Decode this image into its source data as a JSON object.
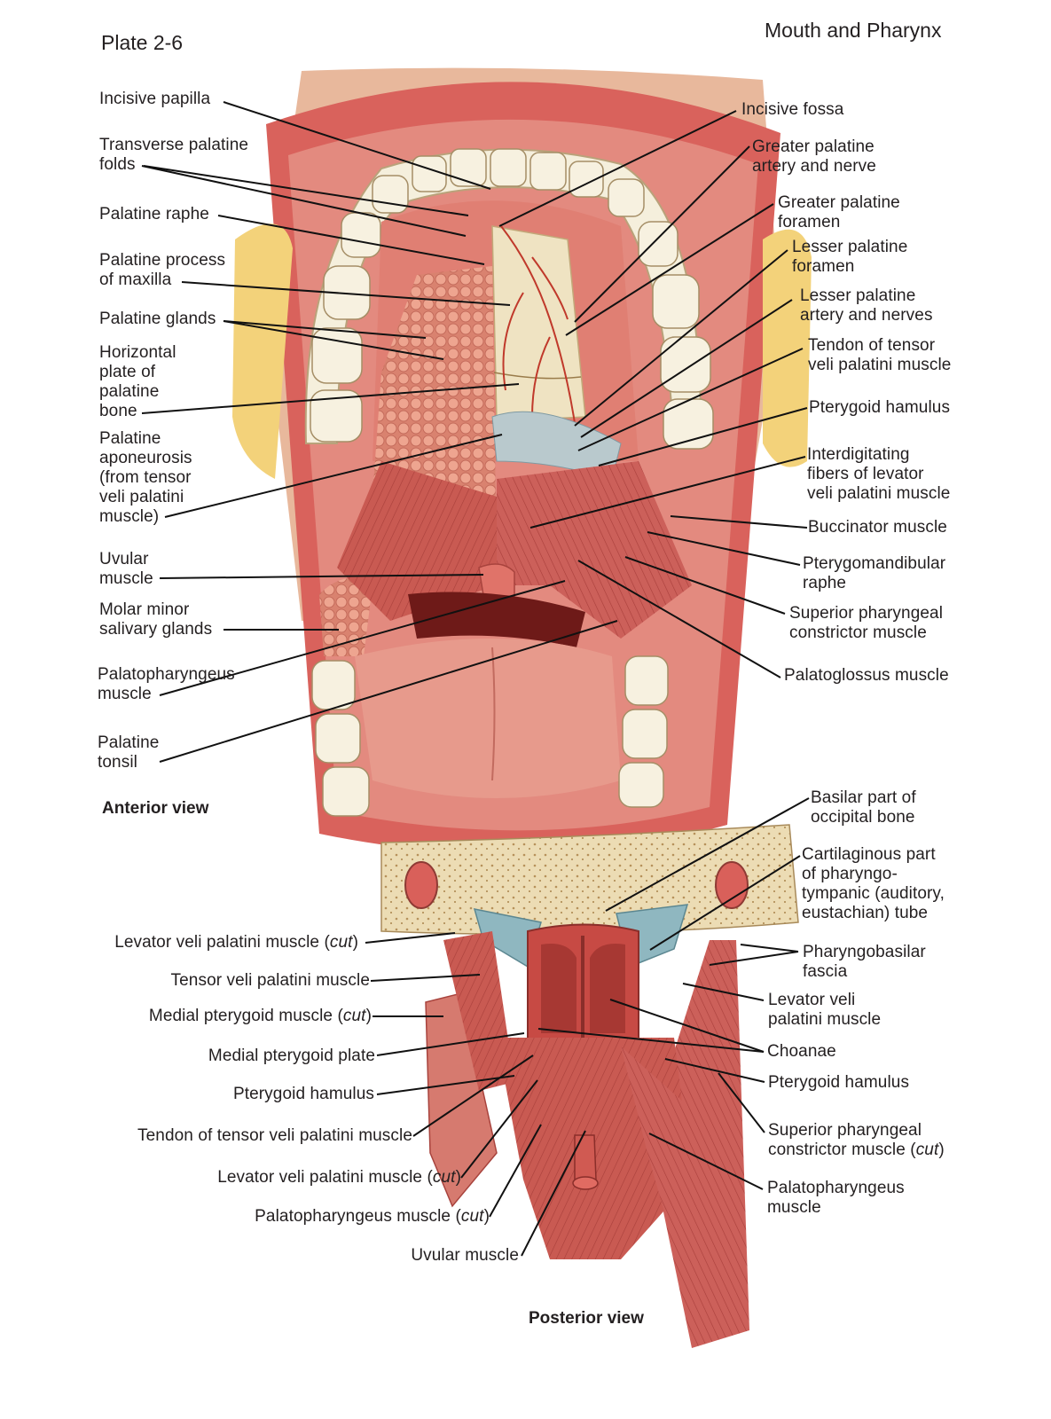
{
  "header": {
    "plate": "Plate 2-6",
    "chapter": "Mouth and Pharynx"
  },
  "views": {
    "anterior": "Anterior view",
    "posterior": "Posterior view"
  },
  "anterior_left": [
    "Incisive papilla",
    "Transverse palatine\nfolds",
    "Palatine raphe",
    "Palatine process\nof maxilla",
    "Palatine glands",
    "Horizontal\nplate of\npalatine\nbone",
    "Palatine\naponeurosis\n(from tensor\nveli palatini\nmuscle)",
    "Uvular\nmuscle",
    "Molar minor\nsalivary glands",
    "Palatopharyngeus\nmuscle",
    "Palatine\ntonsil"
  ],
  "anterior_right": [
    "Incisive fossa",
    "Greater palatine\nartery and nerve",
    "Greater palatine\nforamen",
    "Lesser palatine\nforamen",
    "Lesser palatine\nartery and nerves",
    "Tendon of tensor\nveli palatini muscle",
    "Pterygoid hamulus",
    "Interdigitating\nfibers of levator\nveli palatini muscle",
    "Buccinator muscle",
    "Pterygomandibular\nraphe",
    "Superior pharyngeal\nconstrictor muscle",
    "Palatoglossus muscle"
  ],
  "posterior_left": [
    {
      "main": "Levator veli palatini muscle (",
      "cut": "cut",
      "end": ")"
    },
    {
      "main": "Tensor veli palatini muscle",
      "cut": "",
      "end": ""
    },
    {
      "main": "Medial pterygoid muscle (",
      "cut": "cut",
      "end": ")"
    },
    {
      "main": "Medial pterygoid plate",
      "cut": "",
      "end": ""
    },
    {
      "main": "Pterygoid hamulus",
      "cut": "",
      "end": ""
    },
    {
      "main": "Tendon of tensor veli palatini muscle",
      "cut": "",
      "end": ""
    },
    {
      "main": "Levator veli palatini muscle (",
      "cut": "cut",
      "end": ")"
    },
    {
      "main": "Palatopharyngeus muscle (",
      "cut": "cut",
      "end": ")"
    },
    {
      "main": "Uvular muscle",
      "cut": "",
      "end": ""
    }
  ],
  "posterior_right": [
    {
      "main": "Basilar part of\noccipital bone",
      "cut": "",
      "end": ""
    },
    {
      "main": "Cartilaginous part\nof pharyngo-\ntympanic (auditory,\neustachian) tube",
      "cut": "",
      "end": ""
    },
    {
      "main": "Pharyngobasilar\nfascia",
      "cut": "",
      "end": ""
    },
    {
      "main": "Levator veli\npalatini muscle",
      "cut": "",
      "end": ""
    },
    {
      "main": "Choanae",
      "cut": "",
      "end": ""
    },
    {
      "main": "Pterygoid hamulus",
      "cut": "",
      "end": ""
    },
    {
      "main": "Superior pharyngeal\nconstrictor muscle (",
      "cut": "cut",
      "end": ")"
    },
    {
      "main": "Palatopharyngeus\nmuscle",
      "cut": "",
      "end": ""
    }
  ],
  "colors": {
    "lip": "#d9605a",
    "mucosa": "#e28b80",
    "muscle": "#c9544e",
    "bone": "#efe3c2",
    "gland": "#e89c86",
    "cartilage": "#8fb7c0",
    "tooth": "#f5efdc",
    "tongue": "#e79a8c",
    "leader": "#111111"
  }
}
